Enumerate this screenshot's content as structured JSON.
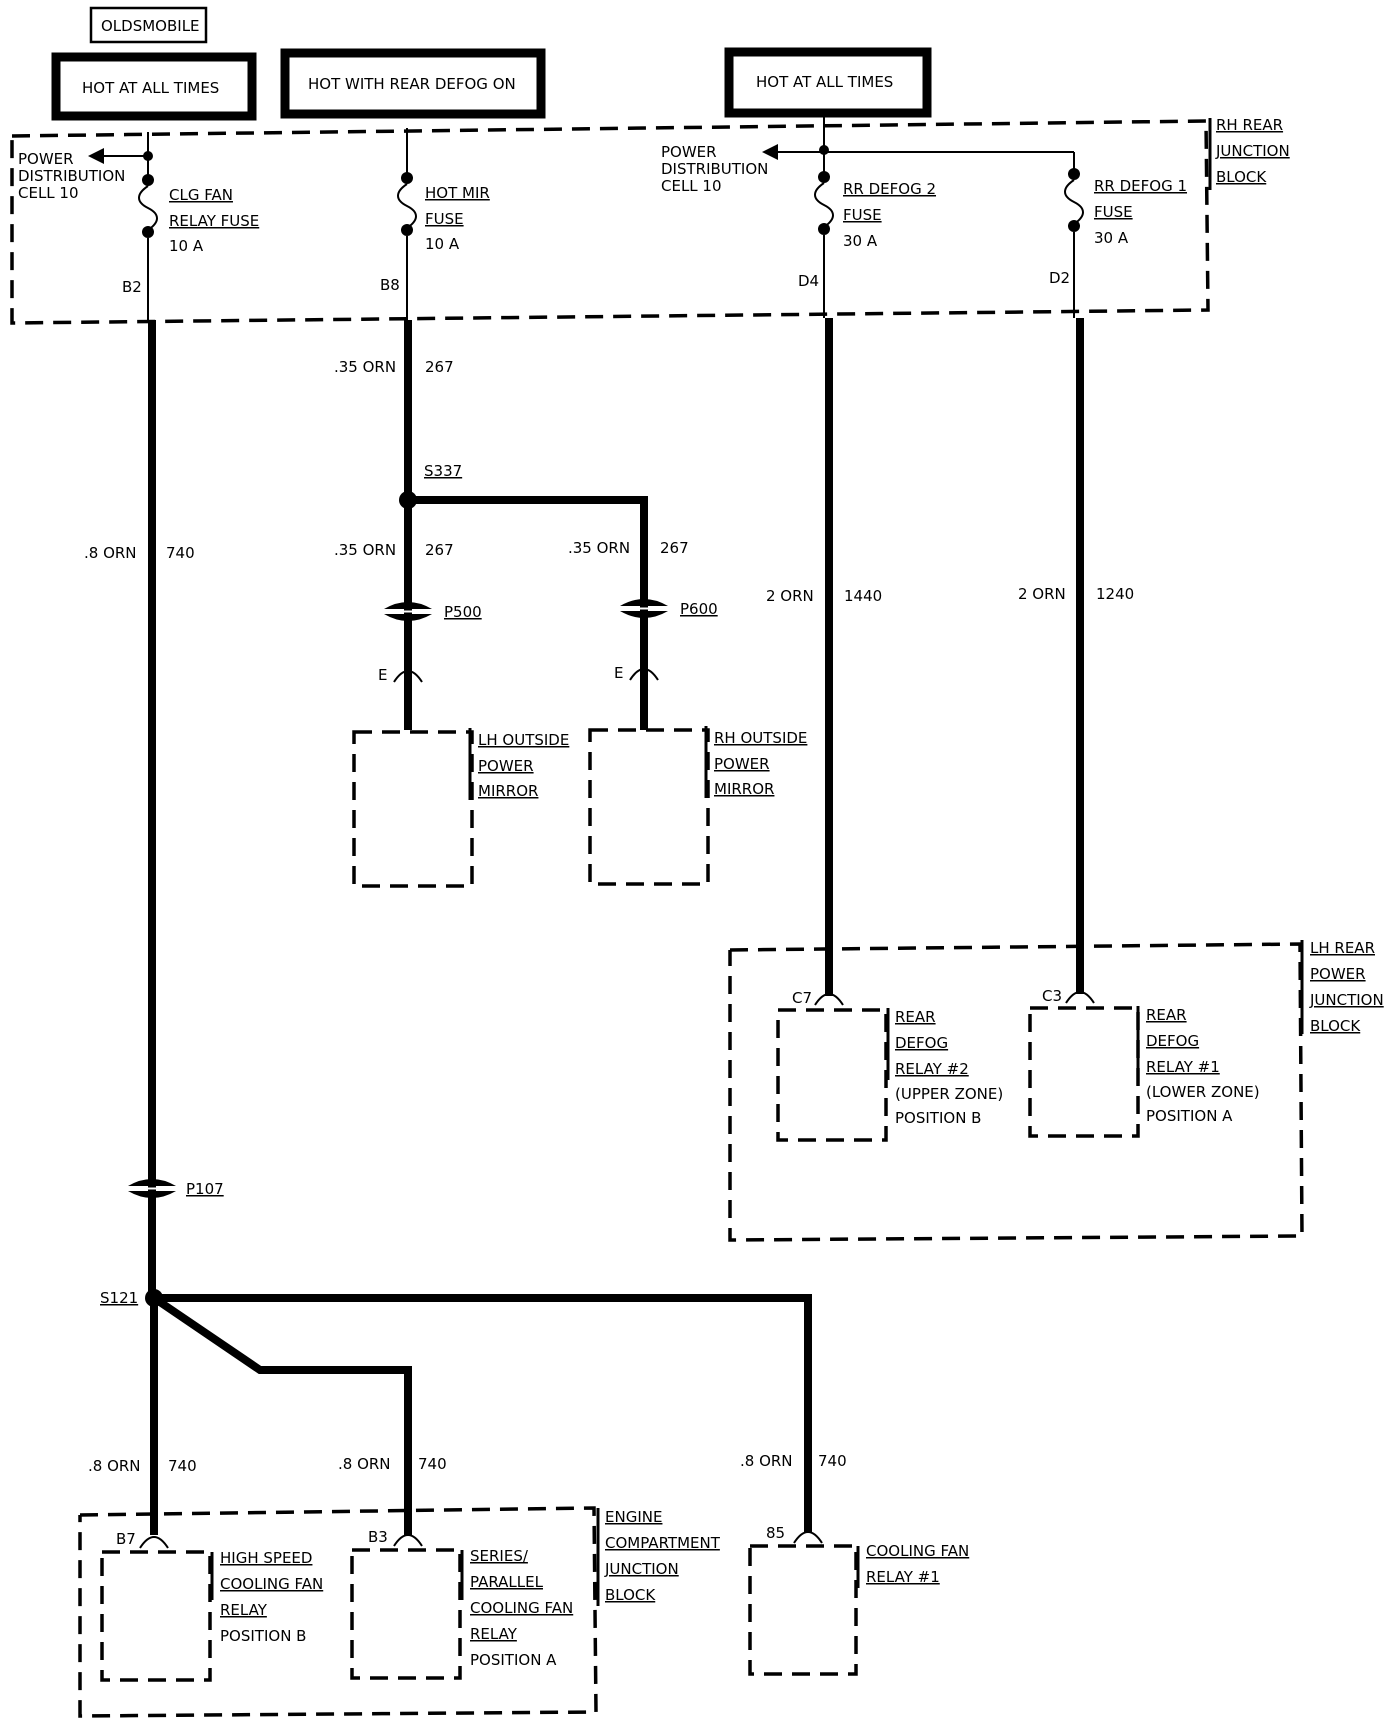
{
  "brand": "OLDSMOBILE",
  "power_sources": [
    "HOT AT ALL TIMES",
    "HOT WITH REAR DEFOG ON",
    "HOT AT ALL TIMES"
  ],
  "rh_rear_junction_block": {
    "label": [
      "RH REAR",
      "JUNCTION",
      "BLOCK"
    ],
    "power_distribution_left": [
      "POWER",
      "DISTRIBUTION",
      "CELL 10"
    ],
    "power_distribution_right": [
      "POWER",
      "DISTRIBUTION",
      "CELL 10"
    ],
    "fuses": [
      {
        "name": [
          "CLG FAN",
          "RELAY FUSE"
        ],
        "rating": "10 A",
        "terminal": "B2"
      },
      {
        "name": [
          "HOT MIR",
          "FUSE"
        ],
        "rating": "10 A",
        "terminal": "B8"
      },
      {
        "name": [
          "RR DEFOG 2",
          "FUSE"
        ],
        "rating": "30 A",
        "terminal": "D4"
      },
      {
        "name": [
          "RR DEFOG 1",
          "FUSE"
        ],
        "rating": "30 A",
        "terminal": "D2"
      }
    ]
  },
  "wires": {
    "hot_mir_feed": {
      "gauge": ".35 ORN",
      "circuit": "267"
    },
    "lh_mirror_feed": {
      "gauge": ".35 ORN",
      "circuit": "267"
    },
    "rh_mirror_feed": {
      "gauge": ".35 ORN",
      "circuit": "267"
    },
    "clg_fan_feed": {
      "gauge": ".8 ORN",
      "circuit": "740"
    },
    "defog2_feed": {
      "gauge": "2 ORN",
      "circuit": "1440"
    },
    "defog1_feed": {
      "gauge": "2 ORN",
      "circuit": "1240"
    },
    "high_speed_feed": {
      "gauge": ".8 ORN",
      "circuit": "740"
    },
    "series_parallel_feed": {
      "gauge": ".8 ORN",
      "circuit": "740"
    },
    "cooling_fan1_feed": {
      "gauge": ".8 ORN",
      "circuit": "740"
    }
  },
  "splices": {
    "mirror": "S337",
    "fan": "S121"
  },
  "connectors": {
    "lh_mirror": "P500",
    "rh_mirror": "P600",
    "fan": "P107",
    "mirror_pin": "E"
  },
  "lh_outside_mirror": [
    "LH OUTSIDE",
    "POWER",
    "MIRROR"
  ],
  "rh_outside_mirror": [
    "RH OUTSIDE",
    "POWER",
    "MIRROR"
  ],
  "lh_rear_junction_block": {
    "label": [
      "LH REAR",
      "POWER",
      "JUNCTION",
      "BLOCK"
    ],
    "relay2": {
      "terminal": "C7",
      "label": [
        "REAR",
        "DEFOG",
        "RELAY #2",
        "(UPPER ZONE)",
        "POSITION B"
      ]
    },
    "relay1": {
      "terminal": "C3",
      "label": [
        "REAR",
        "DEFOG",
        "RELAY #1",
        "(LOWER ZONE)",
        "POSITION A"
      ]
    }
  },
  "engine_compartment_junction_block": {
    "label": [
      "ENGINE",
      "COMPARTMENT",
      "JUNCTION",
      "BLOCK"
    ],
    "high_speed_relay": {
      "terminal": "B7",
      "label": [
        "HIGH SPEED",
        "COOLING FAN",
        "RELAY",
        "POSITION B"
      ]
    },
    "series_parallel_relay": {
      "terminal": "B3",
      "label": [
        "SERIES/",
        "PARALLEL",
        "COOLING FAN",
        "RELAY",
        "POSITION A"
      ]
    }
  },
  "cooling_fan_relay1": {
    "terminal": "85",
    "label": [
      "COOLING FAN",
      "RELAY #1"
    ]
  }
}
